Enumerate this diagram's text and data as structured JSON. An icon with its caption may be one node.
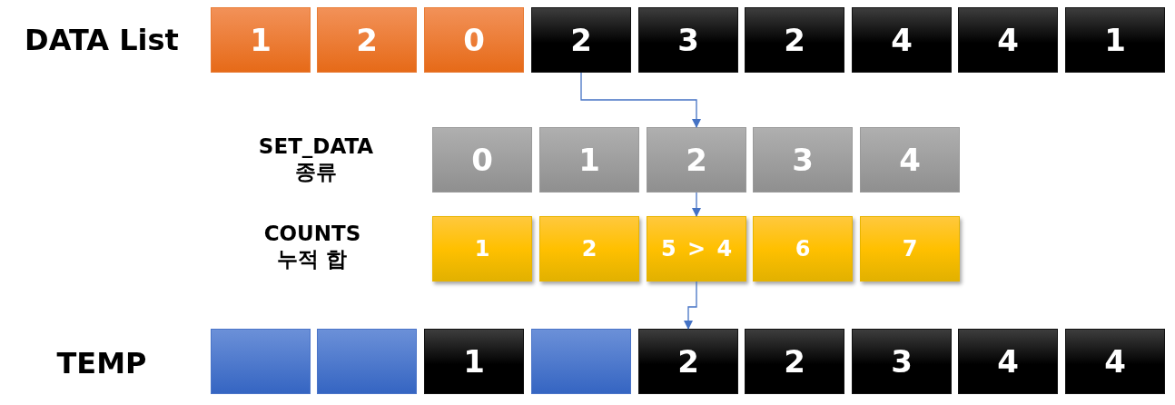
{
  "diagram": {
    "nodes": [
      {
        "text": [
          "1"
        ]
      },
      {
        "text": [
          "2"
        ]
      },
      {
        "text": [
          "0"
        ]
      },
      {
        "text": [
          "2"
        ]
      },
      {
        "text": [
          "3"
        ]
      },
      {
        "text": [
          "2"
        ]
      },
      {
        "text": [
          "4"
        ]
      },
      {
        "text": [
          "4"
        ]
      },
      {
        "text": [
          "1"
        ]
      },
      {
        "text": [
          "0"
        ]
      },
      {
        "text": [
          "1"
        ]
      },
      {
        "text": [
          "2"
        ]
      },
      {
        "text": [
          "3"
        ]
      },
      {
        "text": [
          "4"
        ]
      },
      {
        "text": [
          "1"
        ]
      },
      {
        "text": [
          "2"
        ]
      },
      {
        "text": [
          "5 > 4"
        ]
      },
      {
        "text": [
          "6"
        ]
      },
      {
        "text": [
          "7"
        ]
      },
      {
        "text": [],
        "shape": "box"
      },
      {
        "text": [],
        "shape": "box"
      },
      {
        "text": [
          "1"
        ]
      },
      {
        "text": [],
        "shape": "box"
      },
      {
        "text": [
          "2"
        ]
      },
      {
        "text": [
          "2"
        ]
      },
      {
        "text": [
          "3"
        ]
      },
      {
        "text": [
          "4"
        ]
      },
      {
        "text": [
          "4"
        ]
      }
    ],
    "edges": [
      {
        "from": 3,
        "to": 11,
        "arrow": "to"
      },
      {
        "from": 11,
        "to": 16,
        "arrow": "to"
      },
      {
        "from": 16,
        "to": 23,
        "arrow": "to"
      }
    ],
    "labels": [
      "DATA List",
      "SET_DATA 종류",
      "COUNTS 누적 합",
      "TEMP"
    ]
  }
}
